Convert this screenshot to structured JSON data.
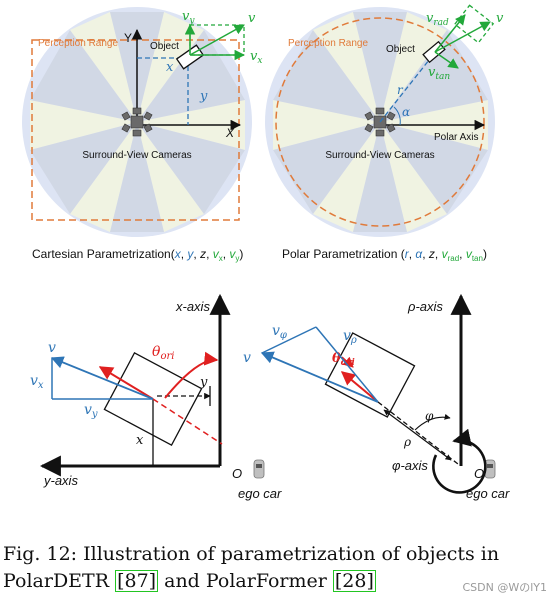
{
  "top_left": {
    "perception_label": "Perception Range",
    "y_label": "Y",
    "x_label": "X",
    "object_label": "Object",
    "v_label": "v",
    "vy_label": "v",
    "vy_sub": "y",
    "vx_label": "v",
    "vx_sub": "x",
    "dx_label": "x",
    "dy_label": "y",
    "cameras_label": "Surround-View Cameras",
    "caption_prefix": "Cartesian Parametrization(",
    "caption_params": [
      "x",
      "y",
      "z",
      "v",
      "v"
    ],
    "caption_subs": [
      "",
      "",
      "",
      "x",
      "y"
    ],
    "caption_suffix": ")"
  },
  "top_right": {
    "perception_label": "Perception Range",
    "object_label": "Object",
    "v_label": "v",
    "vrad_label": "v",
    "vrad_sub": "rad",
    "vtan_label": "v",
    "vtan_sub": "tan",
    "r_label": "r",
    "alpha_label": "α",
    "polar_axis_label": "Polar Axis",
    "cameras_label": "Surround-View Cameras",
    "caption_prefix": "Polar Parametrization (",
    "caption_params": [
      "r",
      "α",
      "z",
      "v",
      "v"
    ],
    "caption_subs": [
      "",
      "",
      "",
      "rad",
      "tan"
    ],
    "caption_suffix": ")"
  },
  "bottom_left": {
    "x_axis_label": "x-axis",
    "y_axis_label": "y-axis",
    "origin_label": "O",
    "ego_label": "ego car",
    "theta_label": "θ",
    "theta_sub": "ori",
    "v_label": "v",
    "vx_label": "v",
    "vx_sub": "x",
    "vy_label": "v",
    "vy_sub": "y",
    "x_dim_label": "x",
    "y_dim_label": "y"
  },
  "bottom_right": {
    "rho_axis_label": "ρ-axis",
    "phi_axis_label": "φ-axis",
    "origin_label": "O",
    "ego_label": "ego car",
    "theta_label": "θ",
    "theta_sub": "ori",
    "v_label": "v",
    "vphi_label": "v",
    "vphi_sub": "φ",
    "vrho_label": "v",
    "vrho_sub": "ρ",
    "phi_label": "φ",
    "rho_label": "ρ"
  },
  "caption": {
    "part1": "Fig. 12: Illustration of parametrization of objects in PolarDETR ",
    "ref1": "[87]",
    "part2": " and PolarFormer ",
    "ref2": "[28]"
  },
  "watermark": "CSDN @WのlY1",
  "colors": {
    "blue": "#2e75b6",
    "green": "#22a83a",
    "red": "#e02020",
    "orange": "#e07a3a",
    "range_fill": "#dde4f4",
    "sector_fill": "#eef2df"
  }
}
